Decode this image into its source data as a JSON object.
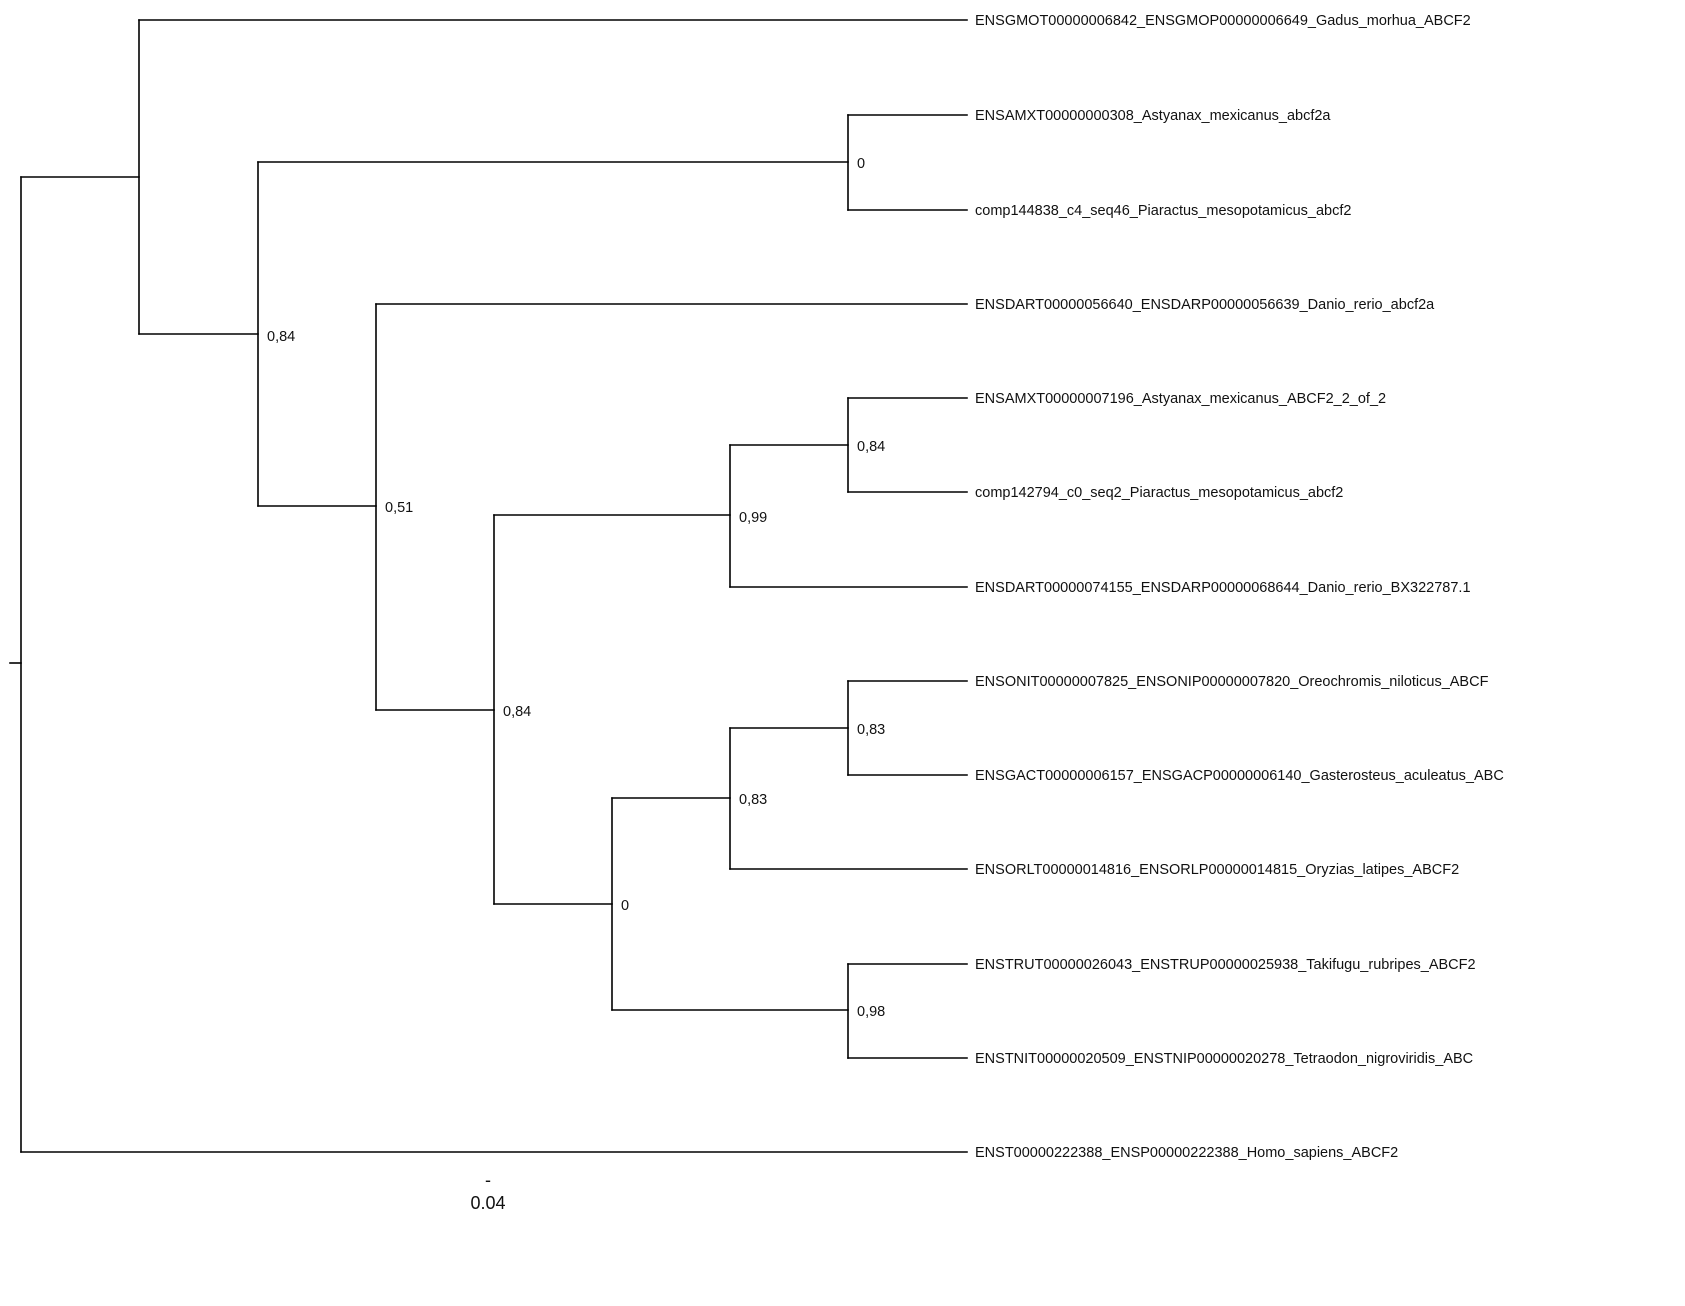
{
  "tree": {
    "leaves": [
      "ENSGMOT00000006842_ENSGMOP00000006649_Gadus_morhua_ABCF2",
      "ENSAMXT00000000308_Astyanax_mexicanus_abcf2a",
      "comp144838_c4_seq46_Piaractus_mesopotamicus_abcf2",
      "ENSDART00000056640_ENSDARP00000056639_Danio_rerio_abcf2a",
      "ENSAMXT00000007196_Astyanax_mexicanus_ABCF2_2_of_2",
      "comp142794_c0_seq2_Piaractus_mesopotamicus_abcf2",
      "ENSDART00000074155_ENSDARP00000068644_Danio_rerio_BX322787.1",
      "ENSONIT00000007825_ENSONIP00000007820_Oreochromis_niloticus_ABCF",
      "ENSGACT00000006157_ENSGACP00000006140_Gasterosteus_aculeatus_ABC",
      "ENSORLT00000014816_ENSORLP00000014815_Oryzias_latipes_ABCF2",
      "ENSTRUT00000026043_ENSTRUP00000025938_Takifugu_rubripes_ABCF2",
      "ENSTNIT00000020509_ENSTNIP00000020278_Tetraodon_nigroviridis_ABC",
      "ENST00000222388_ENSP00000222388_Homo_sapiens_ABCF2"
    ],
    "supports": {
      "astyanax_piaractus_abcf2a": "0",
      "fish_clade": "0,84",
      "danio_abcf2a_plus_rest": "0,51",
      "rest_split": "0,84",
      "astyanax_piaractus_abcf2": "0,84",
      "cyprinid_clade": "0,99",
      "acanthopterygii_clade": "0",
      "oreochromis_gasterosteus_oryzias": "0,83",
      "oreochromis_gasterosteus": "0,83",
      "takifugu_tetraodon": "0,98"
    },
    "scale_bar": {
      "mark": "-",
      "label": "0.04"
    }
  }
}
